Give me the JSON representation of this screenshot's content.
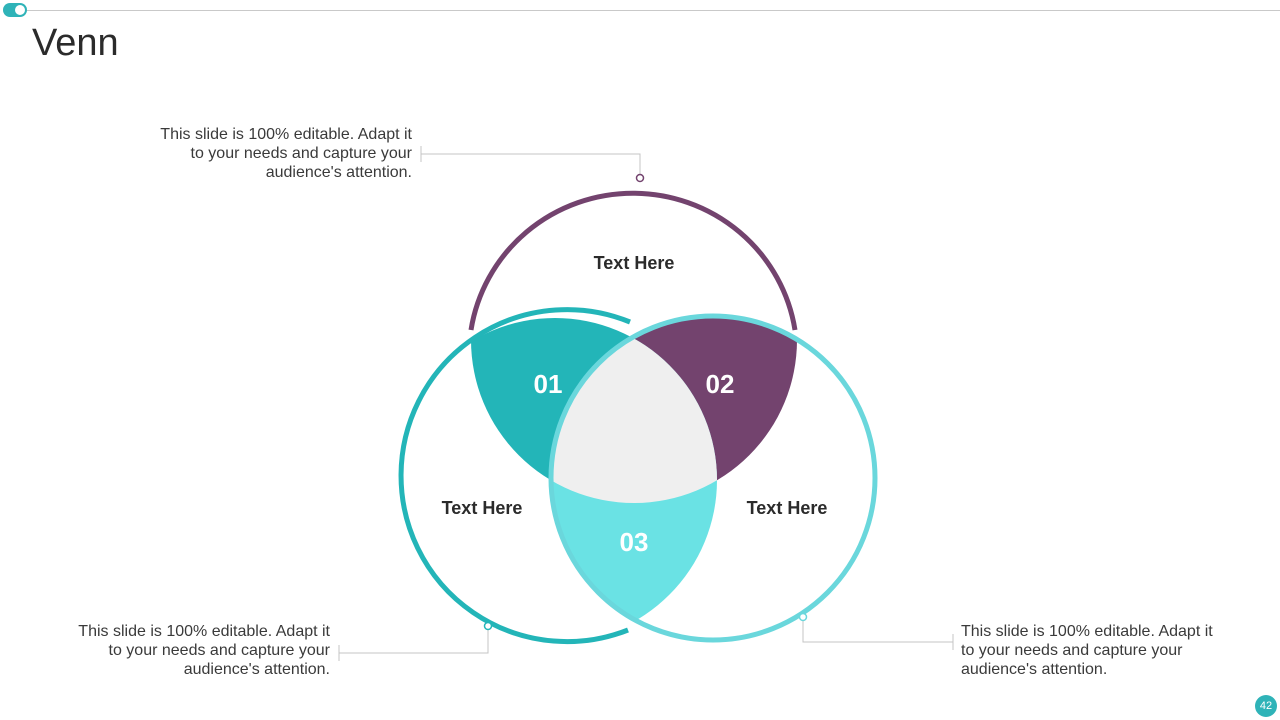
{
  "slide": {
    "title": "Venn",
    "page_number": "42"
  },
  "venn": {
    "sets": [
      {
        "label": "Text Here",
        "color": "#73436e"
      },
      {
        "label": "Text Here",
        "color": "#23b5b8"
      },
      {
        "label": "Text Here",
        "color": "#6ad7dc"
      }
    ],
    "intersections": [
      {
        "number": "01",
        "color": "#23b5b8"
      },
      {
        "number": "02",
        "color": "#73436e"
      },
      {
        "number": "03",
        "color": "#6ae2e4"
      }
    ],
    "center_color": "#efefef"
  },
  "callouts": {
    "top_left": [
      "This slide is 100% editable. Adapt it",
      "to your needs and capture your",
      "audience's attention."
    ],
    "bottom_left": [
      "This slide is 100% editable. Adapt it",
      "to your needs and capture your",
      "audience's attention."
    ],
    "bottom_right": [
      "This slide is 100% editable. Adapt it",
      "to your needs and capture your",
      "audience's attention."
    ]
  },
  "colors": {
    "accent": "#2fb3b8",
    "connector": "#c4c4c4"
  }
}
